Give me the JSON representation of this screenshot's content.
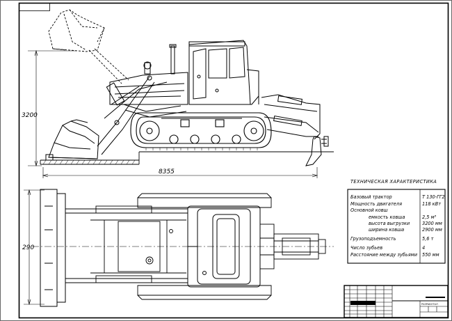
{
  "dimensions": {
    "height": "3200",
    "length": "8355",
    "width": "290"
  },
  "spec_table": {
    "title": "ТЕХНИЧЕСКАЯ  ХАРАКТЕРИСТИКА",
    "rows": [
      {
        "label": "Базовый трактор",
        "value": "Т 130-ГГ2"
      },
      {
        "label": "Мощность двигателя",
        "value": "118 кВт"
      },
      {
        "label": "Основной ковш",
        "value": ""
      },
      {
        "label": "емкость ковша",
        "value": "2,5 м³"
      },
      {
        "label": "высота выгрузки",
        "value": "3200 мм"
      },
      {
        "label": "ширина ковша",
        "value": "2900 мм"
      },
      {
        "label": "Грузоподъемность",
        "value": "5,6 т"
      },
      {
        "label": "Число зубьев",
        "value": "4"
      },
      {
        "label": "Расстояние между зубьями",
        "value": "550 мм"
      }
    ]
  },
  "title_block": {
    "stamp": "РАЗРАБОТАЛ"
  }
}
